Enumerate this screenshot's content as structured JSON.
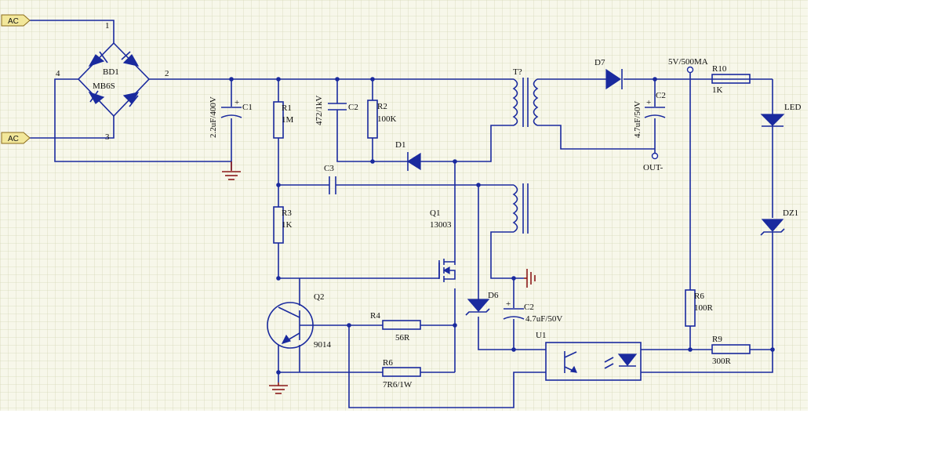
{
  "colors": {
    "wire": "#1a2a9e",
    "ground": "#8b1a1a",
    "grid": "#d6d9b8",
    "background": "#f7f7ea",
    "flag": "#f2e79a"
  },
  "labels": {
    "ac_top": "AC",
    "ac_bottom": "AC",
    "bd1": "BD1",
    "mb6s": "MB6S",
    "pin4": "4",
    "pin2": "2",
    "pin1": "1",
    "pin3": "3",
    "c1_name": "C1",
    "c1_value": "2.2uF/400V",
    "r1_name": "R1",
    "r1_value": "1M",
    "c2a_name": "C2",
    "c2a_value": "472/1kV",
    "r2_name": "R2",
    "r2_value": "100K",
    "d1": "D1",
    "t": "T?",
    "d7": "D7",
    "out_plus": "5V/500MA",
    "out_minus": "OUT-",
    "c2b_name": "C2",
    "c2b_value": "4.7uF/50V",
    "r10_name": "R10",
    "r10_value": "1K",
    "led": "LED",
    "c3": "C3",
    "r3_name": "R3",
    "r3_value": "1K",
    "q1_name": "Q1",
    "q1_value": "13003",
    "dz1": "DZ1",
    "d6": "D6",
    "c2c_name": "C2",
    "c2c_value": "4.7uF/50V",
    "q2_name": "Q2",
    "q2_value": "9014",
    "r4_name": "R4",
    "r4_value": "56R",
    "r6a_name": "R6",
    "r6a_value": "7R6/1W",
    "u1": "U1",
    "r6b_name": "R6",
    "r6b_value": "100R",
    "r9_name": "R9",
    "r9_value": "300R"
  }
}
